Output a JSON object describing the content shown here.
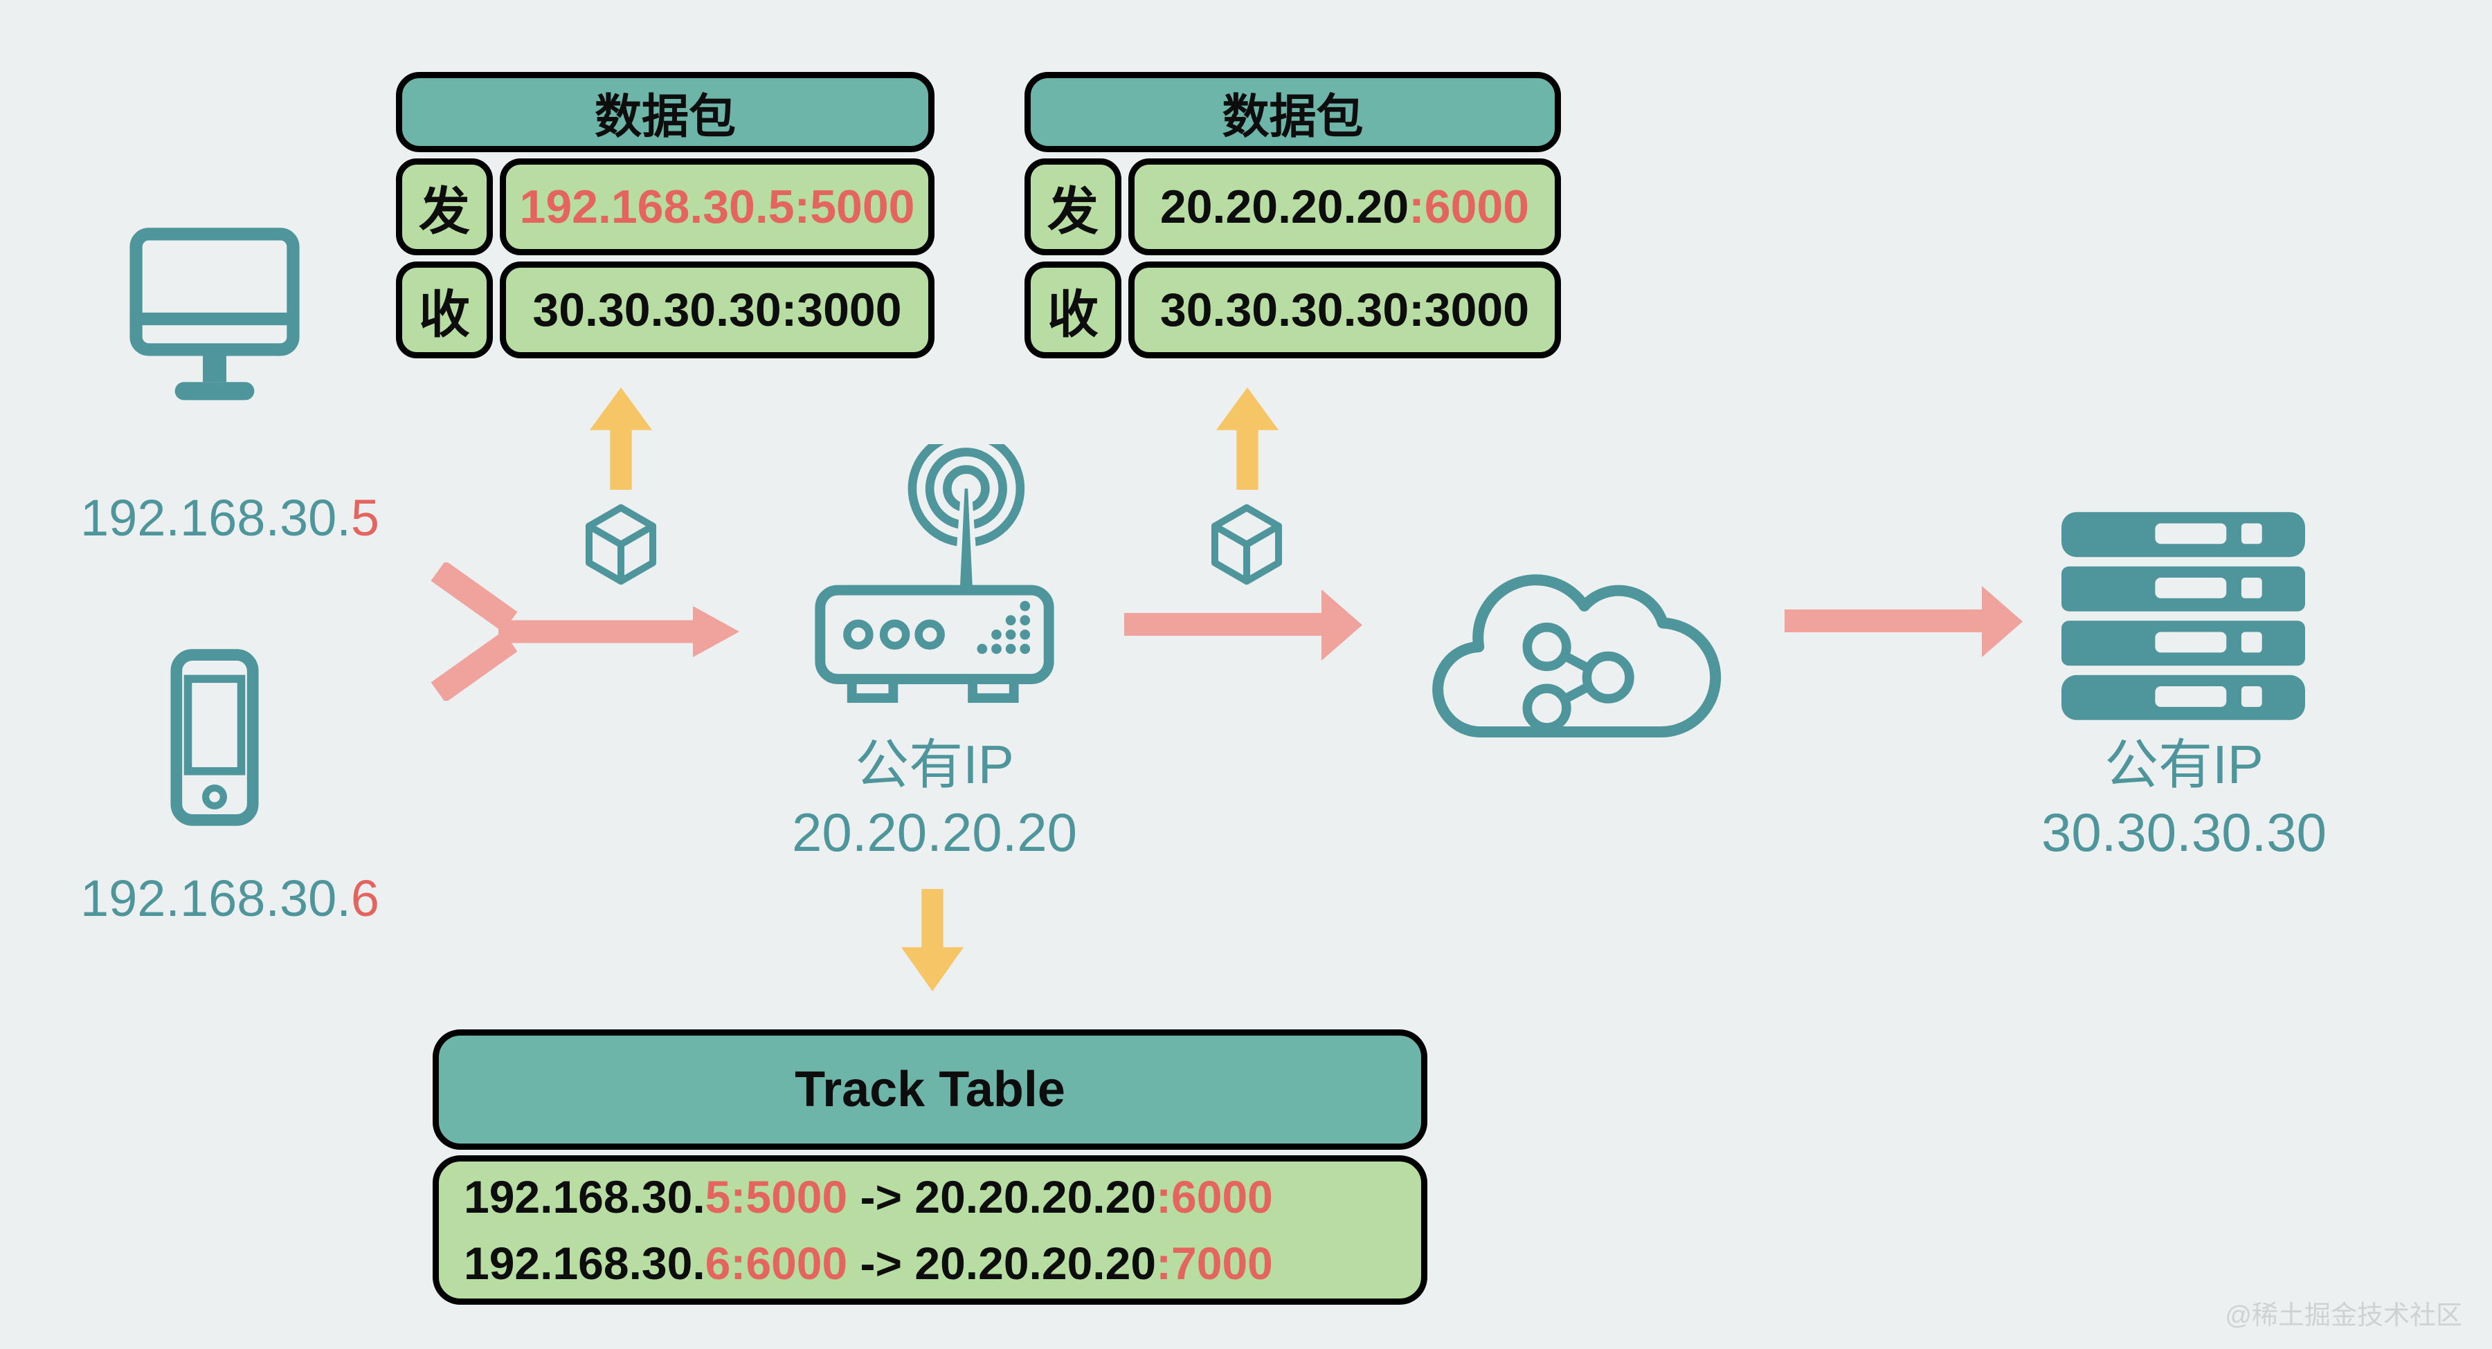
{
  "colors": {
    "background": "#edf0f1",
    "teal_fill": "#6db5a8",
    "green_fill": "#b8dda2",
    "teal_ink": "#4e969b",
    "red_ink": "#e4655f",
    "black_ink": "#0d0d0d",
    "pink_arrow": "#f0a29d",
    "yellow_arrow": "#f6c666",
    "outline": "#000000",
    "watermark_ink": "#cdd2d4"
  },
  "packet_tables": [
    {
      "title": "数据包",
      "rows": [
        {
          "label": "发",
          "value_segments": [
            {
              "text": "192.168.30.5:5000",
              "color": "red"
            }
          ]
        },
        {
          "label": "收",
          "value_segments": [
            {
              "text": "30.30.30.30:3000",
              "color": "black"
            }
          ]
        }
      ]
    },
    {
      "title": "数据包",
      "rows": [
        {
          "label": "发",
          "value_segments": [
            {
              "text": "20.20.20.20",
              "color": "black"
            },
            {
              "text": ":6000",
              "color": "red"
            }
          ]
        },
        {
          "label": "收",
          "value_segments": [
            {
              "text": "30.30.30.30:3000",
              "color": "black"
            }
          ]
        }
      ]
    }
  ],
  "devices": {
    "computer_ip": {
      "prefix": "192.168.30.",
      "suffix": "5"
    },
    "phone_ip": {
      "prefix": "192.168.30.",
      "suffix": "6"
    }
  },
  "router_label": {
    "line1": "公有IP",
    "line2": "20.20.20.20"
  },
  "server_label": {
    "line1": "公有IP",
    "line2": "30.30.30.30"
  },
  "track_table": {
    "title": "Track Table",
    "rows": [
      {
        "segments": [
          {
            "text": "192.168.30.",
            "color": "black"
          },
          {
            "text": "5:5000",
            "color": "red"
          },
          {
            "text": " -> ",
            "color": "black"
          },
          {
            "text": "20.20.20.20",
            "color": "black"
          },
          {
            "text": ":6000",
            "color": "red"
          }
        ]
      },
      {
        "segments": [
          {
            "text": "192.168.30.",
            "color": "black"
          },
          {
            "text": "6:6000",
            "color": "red"
          },
          {
            "text": " -> ",
            "color": "black"
          },
          {
            "text": "20.20.20.20",
            "color": "black"
          },
          {
            "text": ":7000",
            "color": "red"
          }
        ]
      }
    ]
  },
  "watermark": "@稀土掘金技术社区"
}
